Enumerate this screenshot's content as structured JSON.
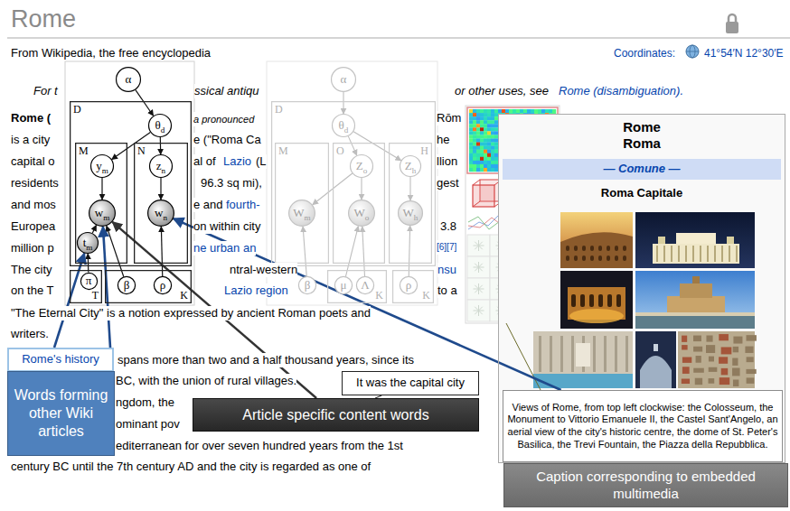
{
  "diagram": {
    "title": "Rome",
    "nodes": [
      {
        "text": [
          "α"
        ]
      },
      {
        "text": [
          "D"
        ]
      },
      {
        "text": [
          "θd"
        ],
        "in": 1
      },
      {
        "text": [
          "M"
        ],
        "in": 1
      },
      {
        "text": [
          "ym"
        ],
        "in": 3
      },
      {
        "text": [
          "wm"
        ],
        "in": 3
      },
      {
        "text": [
          "tm"
        ],
        "in": 3
      },
      {
        "text": [
          "N"
        ],
        "in": 1
      },
      {
        "text": [
          "zn"
        ],
        "in": 7
      },
      {
        "text": [
          "wn"
        ],
        "in": 7
      },
      {
        "text": [
          "T"
        ]
      },
      {
        "text": [
          "π"
        ],
        "in": 10
      },
      {
        "text": [
          "K"
        ]
      },
      {
        "text": [
          "β"
        ],
        "in": 12
      },
      {
        "text": [
          "ρ"
        ],
        "in": 12
      },
      {
        "text": [
          "α"
        ]
      },
      {
        "text": [
          "D"
        ]
      },
      {
        "text": [
          "θd"
        ],
        "in": 16
      },
      {
        "text": [
          "M"
        ],
        "in": 16
      },
      {
        "text": [
          "Wm"
        ],
        "in": 18
      },
      {
        "text": [
          "O"
        ],
        "in": 16
      },
      {
        "text": [
          "Zo"
        ],
        "in": 20
      },
      {
        "text": [
          "Wo"
        ],
        "in": 20
      },
      {
        "text": [
          "H"
        ],
        "in": 16
      },
      {
        "text": [
          "Zh"
        ],
        "in": 23
      },
      {
        "text": [
          "Wh"
        ],
        "in": 23
      },
      {
        "text": [
          "β"
        ]
      },
      {
        "text": [
          "K"
        ]
      },
      {
        "text": [
          "μ"
        ],
        "in": 27
      },
      {
        "text": [
          "Λ"
        ],
        "in": 27
      },
      {
        "text": [
          "K"
        ]
      },
      {
        "text": [
          "ρ"
        ],
        "in": 30
      },
      {
        "text": [
          "Rome",
          "Roma",
          "Roma Capitale"
        ]
      },
      {
        "text": [
          "— Comune —"
        ],
        "in": 32
      },
      {
        "text": [
          "Views of Rome, from top left clockwise: the Colosseum, the Monument to Vittorio Emanuele II, the Castel Sant'Angelo, an aerial view of the city's historic centre, the dome of St. Peter's Basilica, the Trevi Fountain, the Piazza della Repubblica."
        ],
        "in": 32
      },
      {
        "text": [
          "Rome's history"
        ]
      },
      {
        "text": [
          "It was the capital city"
        ]
      },
      {
        "text": [
          "Words forming other Wiki articles"
        ]
      },
      {
        "text": [
          "Article specific content words"
        ]
      },
      {
        "text": [
          "Caption corresponding to embedded multimedia"
        ]
      }
    ],
    "edges": [
      {
        "from": 0,
        "to": 2,
        "arrow": "to"
      },
      {
        "from": 2,
        "to": 4,
        "arrow": "to"
      },
      {
        "from": 2,
        "to": 8,
        "arrow": "to"
      },
      {
        "from": 4,
        "to": 5,
        "arrow": "to"
      },
      {
        "from": 8,
        "to": 9,
        "arrow": "to"
      },
      {
        "from": 6,
        "to": 5,
        "arrow": "to"
      },
      {
        "from": 11,
        "to": 6,
        "arrow": "to"
      },
      {
        "from": 13,
        "to": 5,
        "arrow": "to"
      },
      {
        "from": 14,
        "to": 9,
        "arrow": "to"
      },
      {
        "from": 15,
        "to": 17,
        "arrow": "to"
      },
      {
        "from": 17,
        "to": 21,
        "arrow": "to"
      },
      {
        "from": 17,
        "to": 24,
        "arrow": "to"
      },
      {
        "from": 21,
        "to": 19,
        "arrow": "to"
      },
      {
        "from": 21,
        "to": 22,
        "arrow": "to"
      },
      {
        "from": 24,
        "to": 25,
        "arrow": "to"
      },
      {
        "from": 26,
        "to": 19,
        "arrow": "to"
      },
      {
        "from": 28,
        "to": 22,
        "arrow": "to"
      },
      {
        "from": 29,
        "to": 22,
        "arrow": "to"
      },
      {
        "from": 31,
        "to": 25,
        "arrow": "to"
      },
      {
        "from": 35,
        "to": 6,
        "arrow": "to"
      },
      {
        "from": 35,
        "to": 5,
        "arrow": "to"
      },
      {
        "from": 38,
        "to": 5,
        "arrow": "to"
      },
      {
        "from": 36,
        "to": 38,
        "arrow": "none"
      },
      {
        "from": 34,
        "to": 9,
        "arrow": "to"
      }
    ],
    "labels": [
      "From Wikipedia, the free encyclopedia",
      "Coordinates:",
      "41°54′N 12°30′E",
      "For t",
      "ssical antiqu",
      "or other uses, see",
      "Rome (disambiguation).",
      "Rome (",
      "a pronounced",
      "Rōm",
      "is a city",
      "e (\"Roma Ca",
      "he",
      "capital o",
      "al of",
      "Lazio",
      "(L",
      "llion",
      "residents",
      "96.3 sq mi),",
      "gest",
      "and mos",
      "e and",
      "fourth-",
      "Europea",
      "on within city",
      "3.8",
      "million p",
      "ne urban an",
      "[6][7]",
      "The city",
      "ntral-western",
      "nsu",
      "on the T",
      "Lazio region",
      "to a",
      "\"The Eternal City\" is a notion expressed by ancient Roman poets and",
      "writers.",
      "spans more than two and a half thousand years, since its",
      "BC, with the union of rural villages.",
      "ngdom, the",
      "ominant pov",
      "editerranean for over seven hundred years from the 1st",
      "century BC until the 7th century AD and the city is regarded as one of"
    ]
  }
}
